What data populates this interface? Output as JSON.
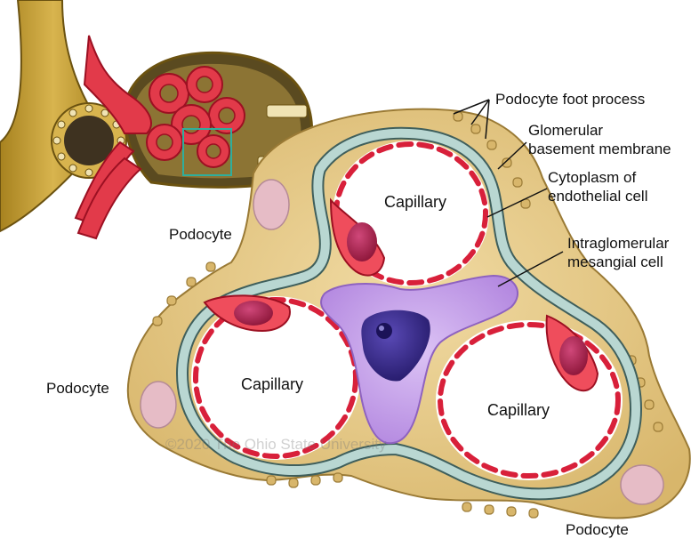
{
  "labels": {
    "podocyte_foot_process": "Podocyte foot process",
    "gbm_line1": "Glomerular",
    "gbm_line2": "basement membrane",
    "cyto_line1": "Cytoplasm of",
    "cyto_line2": "endothelial cell",
    "mesangial_line1": "Intraglomerular",
    "mesangial_line2": "mesangial cell",
    "capillary_top": "Capillary",
    "capillary_left": "Capillary",
    "capillary_right": "Capillary",
    "podocyte_top": "Podocyte",
    "podocyte_left": "Podocyte",
    "podocyte_bottom": "Podocyte"
  },
  "watermark": "©2020 The Ohio State University",
  "colors": {
    "podocyte": "#e6c98a",
    "podocyte_edge": "#9a7a35",
    "membrane": "#b9d7d2",
    "membrane_edge": "#3f5f5c",
    "endothelium": "#d8203a",
    "endothelial_cell": "#ef4d5c",
    "nucleus": "#9e1b45",
    "mesangial": "#c9a6ec",
    "mesangial_nucleus": "#3a2a8a",
    "tubule": "#c9a33c",
    "glomerulus_red": "#e23a4a",
    "highlight_box": "#2fae9c"
  }
}
